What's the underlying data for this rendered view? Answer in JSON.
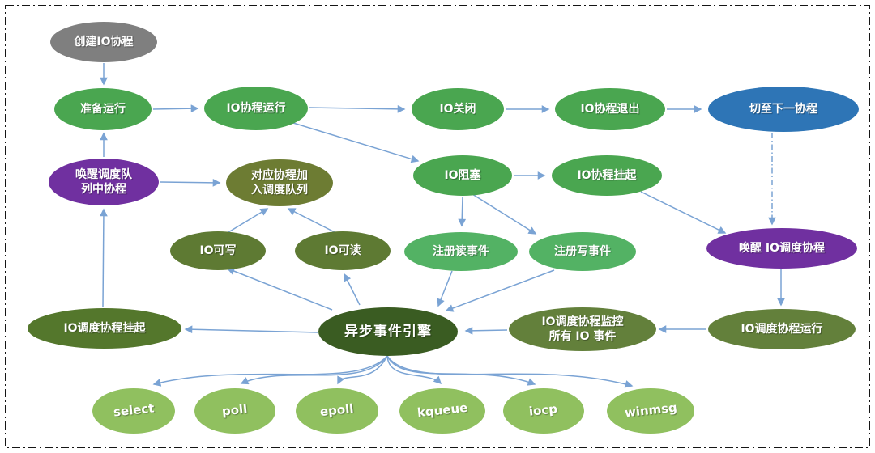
{
  "palette": {
    "arrow": "#7aa3d4",
    "border": "#151515",
    "background": "#ffffff",
    "node_text": "#ffffff",
    "gray": "#7f7f7f",
    "green": "#4aa650",
    "green_light": "#53b264",
    "blue": "#2e75b6",
    "purple": "#7030a0",
    "olive": "#6d7c33",
    "olive_dark": "#5e7a33",
    "olive_deep": "#54772c",
    "olive_mid": "#63803b",
    "engine_green": "#3a5c22",
    "lime": "#90c05f"
  },
  "nodes": [
    {
      "id": "create-io",
      "label": "创建IO协程",
      "color": "#7f7f7f"
    },
    {
      "id": "ready",
      "label": "准备运行",
      "color": "#4aa650"
    },
    {
      "id": "io-running",
      "label": "IO协程运行",
      "color": "#4aa650"
    },
    {
      "id": "io-close",
      "label": "IO关闭",
      "color": "#4aa650"
    },
    {
      "id": "io-exit",
      "label": "IO协程退出",
      "color": "#4aa650"
    },
    {
      "id": "switch-next",
      "label": "切至下一协程",
      "color": "#2e75b6"
    },
    {
      "id": "wake-queue-co",
      "label": "唤醒调度队\n列中协程",
      "color": "#7030a0"
    },
    {
      "id": "join-queue",
      "label": "对应协程加\n入调度队列",
      "color": "#6d7c33"
    },
    {
      "id": "io-blocked",
      "label": "IO阻塞",
      "color": "#4aa650"
    },
    {
      "id": "io-suspended",
      "label": "IO协程挂起",
      "color": "#4aa650"
    },
    {
      "id": "io-writable",
      "label": "IO可写",
      "color": "#5e7a33"
    },
    {
      "id": "io-readable",
      "label": "IO可读",
      "color": "#5e7a33"
    },
    {
      "id": "reg-read",
      "label": "注册读事件",
      "color": "#53b264"
    },
    {
      "id": "reg-write",
      "label": "注册写事件",
      "color": "#53b264"
    },
    {
      "id": "wake-io-sched",
      "label": "唤醒 IO调度协程",
      "color": "#7030a0"
    },
    {
      "id": "sched-suspended",
      "label": "IO调度协程挂起",
      "color": "#54772c"
    },
    {
      "id": "engine",
      "label": "异步事件引擎",
      "color": "#3a5c22"
    },
    {
      "id": "sched-monitor",
      "label": "IO调度协程监控\n所有 IO 事件",
      "color": "#63803b"
    },
    {
      "id": "sched-running",
      "label": "IO调度协程运行",
      "color": "#63803b"
    },
    {
      "id": "select",
      "label": "select",
      "color": "#90c05f"
    },
    {
      "id": "poll",
      "label": "poll",
      "color": "#90c05f"
    },
    {
      "id": "epoll",
      "label": "epoll",
      "color": "#90c05f"
    },
    {
      "id": "kqueue",
      "label": "kqueue",
      "color": "#90c05f"
    },
    {
      "id": "iocp",
      "label": "iocp",
      "color": "#90c05f"
    },
    {
      "id": "winmsg",
      "label": "winmsg",
      "color": "#90c05f"
    }
  ],
  "edges": [
    {
      "from": "create-io",
      "to": "ready",
      "style": "solid"
    },
    {
      "from": "ready",
      "to": "io-running",
      "style": "solid"
    },
    {
      "from": "io-running",
      "to": "io-close",
      "style": "solid"
    },
    {
      "from": "io-close",
      "to": "io-exit",
      "style": "solid"
    },
    {
      "from": "io-exit",
      "to": "switch-next",
      "style": "solid"
    },
    {
      "from": "io-running",
      "to": "io-blocked",
      "style": "solid"
    },
    {
      "from": "io-blocked",
      "to": "io-suspended",
      "style": "solid"
    },
    {
      "from": "io-blocked",
      "to": "reg-read",
      "style": "solid"
    },
    {
      "from": "io-blocked",
      "to": "reg-write",
      "style": "solid"
    },
    {
      "from": "io-suspended",
      "to": "wake-io-sched",
      "style": "solid"
    },
    {
      "from": "switch-next",
      "to": "wake-io-sched",
      "style": "dashdot"
    },
    {
      "from": "wake-io-sched",
      "to": "sched-running",
      "style": "solid"
    },
    {
      "from": "sched-running",
      "to": "sched-monitor",
      "style": "solid"
    },
    {
      "from": "sched-monitor",
      "to": "engine",
      "style": "solid"
    },
    {
      "from": "reg-read",
      "to": "engine",
      "style": "solid"
    },
    {
      "from": "reg-write",
      "to": "engine",
      "style": "solid"
    },
    {
      "from": "engine",
      "to": "io-writable",
      "style": "solid"
    },
    {
      "from": "engine",
      "to": "io-readable",
      "style": "solid"
    },
    {
      "from": "io-writable",
      "to": "join-queue",
      "style": "solid"
    },
    {
      "from": "io-readable",
      "to": "join-queue",
      "style": "solid"
    },
    {
      "from": "wake-queue-co",
      "to": "join-queue",
      "style": "solid"
    },
    {
      "from": "wake-queue-co",
      "to": "ready",
      "style": "solid"
    },
    {
      "from": "sched-suspended",
      "to": "wake-queue-co",
      "style": "solid"
    },
    {
      "from": "engine",
      "to": "sched-suspended",
      "style": "solid"
    },
    {
      "from": "engine",
      "to": "select",
      "style": "curve"
    },
    {
      "from": "engine",
      "to": "poll",
      "style": "curve"
    },
    {
      "from": "engine",
      "to": "epoll",
      "style": "curve"
    },
    {
      "from": "engine",
      "to": "kqueue",
      "style": "curve"
    },
    {
      "from": "engine",
      "to": "iocp",
      "style": "curve"
    },
    {
      "from": "engine",
      "to": "winmsg",
      "style": "curve"
    }
  ]
}
